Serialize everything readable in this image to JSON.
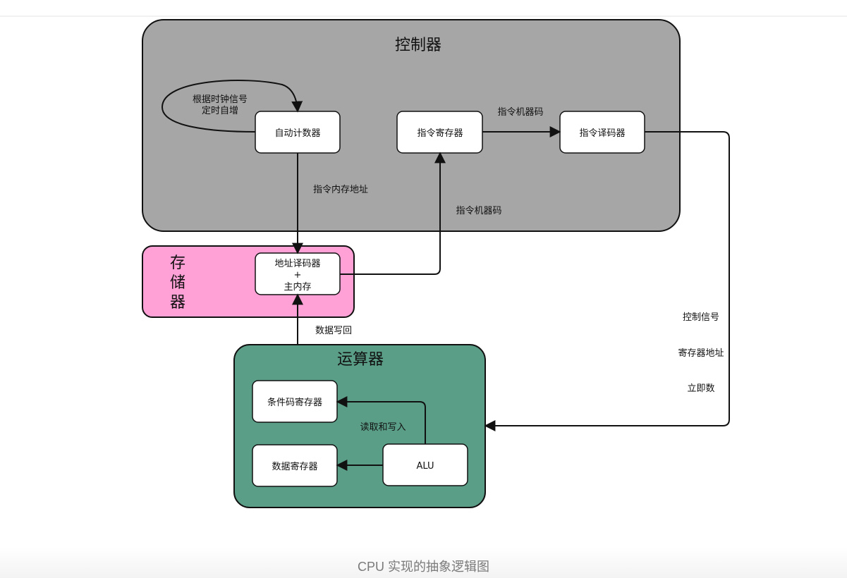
{
  "groups": {
    "controller": {
      "title": "控制器",
      "color": "#a6a6a6"
    },
    "memory": {
      "title_lines": [
        "存",
        "储",
        "器"
      ],
      "color": "#ffa0d6"
    },
    "alu_unit": {
      "title": "运算器",
      "color": "#5a9e87"
    }
  },
  "boxes": {
    "program_counter": "自动计数器",
    "instruction_register": "指令寄存器",
    "instruction_decoder": "指令译码器",
    "address_decoder": [
      "地址译码器",
      "+",
      "主内存"
    ],
    "condition_register": "条件码寄存器",
    "data_register": "数据寄存器",
    "alu": "ALU"
  },
  "edge_labels": {
    "clock": [
      "根据时钟信号",
      "定时自增"
    ],
    "machine_code_top": "指令机器码",
    "memory_address": "指令内存地址",
    "machine_code_mid": "指令机器码",
    "write_back": "数据写回",
    "read_write": "读取和写入",
    "control_signal": "控制信号",
    "register_address": "寄存器地址",
    "immediate": "立即数"
  },
  "caption": "CPU 实现的抽象逻辑图"
}
